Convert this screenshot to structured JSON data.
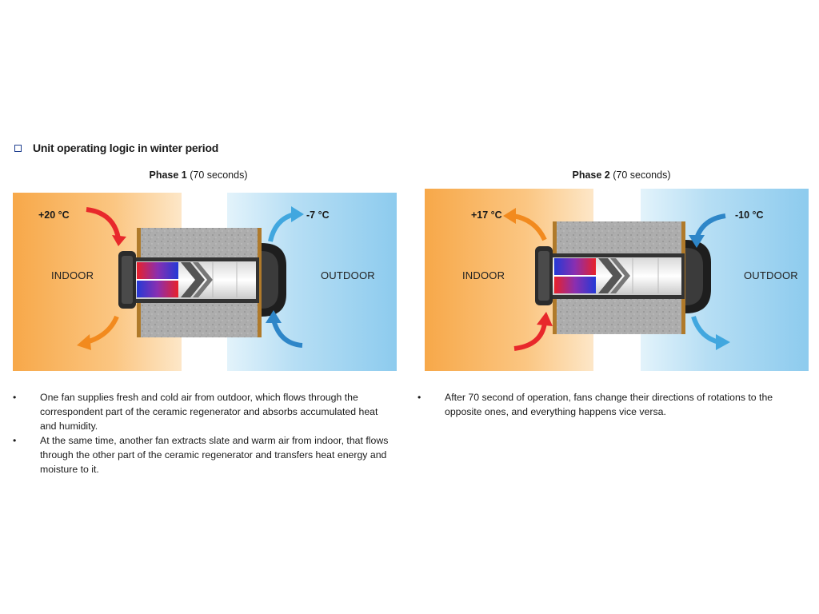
{
  "section": {
    "title": "Unit operating logic in winter period"
  },
  "phases": [
    {
      "name": "Phase 1",
      "duration": "(70 seconds)",
      "indoor_temp": "+20 °C",
      "outdoor_temp": "-7 °C",
      "indoor_label": "INDOOR",
      "outdoor_label": "OUTDOOR"
    },
    {
      "name": "Phase 2",
      "duration": "(70 seconds)",
      "indoor_temp": "+17 °C",
      "outdoor_temp": "-10 °C",
      "indoor_label": "INDOOR",
      "outdoor_label": "OUTDOOR"
    }
  ],
  "bullets_left": [
    "One fan supplies fresh and cold air from outdoor, which flows through the correspondent part of the ceramic regenerator and absorbs accumulated heat and humidity.",
    "At the same time, another fan extracts slate and warm air from indoor, that flows through the other part of the ceramic regenerator and transfers heat energy and moisture to it."
  ],
  "bullets_right": [
    "After 70 second of operation, fans change their directions of rotations to the opposite ones, and everything happens vice versa."
  ],
  "bullet_glyph": "•",
  "colors": {
    "indoor": "#f6a74a",
    "outdoor": "#7ec4ec",
    "warm_arrow": "#e8282b",
    "indoor_arrow": "#f28a1e",
    "cold_arrow": "#2e86c8",
    "light_arrow": "#41a7df",
    "wall": "#a9a9a9",
    "header_icon": "#1f3f8f"
  }
}
